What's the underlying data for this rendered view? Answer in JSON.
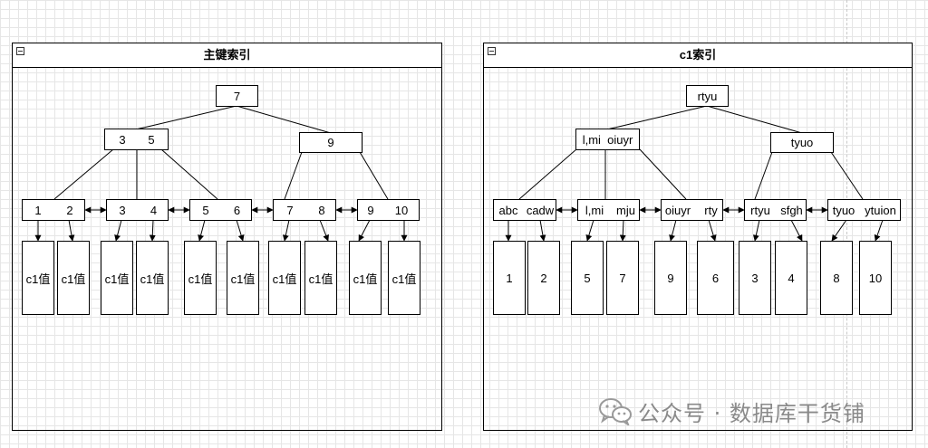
{
  "left_panel": {
    "title": "主键索引",
    "root": "7",
    "internal": [
      {
        "a": "3",
        "b": "5"
      },
      {
        "a": "9"
      }
    ],
    "leaves": [
      {
        "a": "1",
        "b": "2"
      },
      {
        "a": "3",
        "b": "4"
      },
      {
        "a": "5",
        "b": "6"
      },
      {
        "a": "7",
        "b": "8"
      },
      {
        "a": "9",
        "b": "10"
      }
    ],
    "records": [
      "c1值",
      "c1值",
      "c1值",
      "c1值",
      "c1值",
      "c1值",
      "c1值",
      "c1值",
      "c1值",
      "c1值"
    ]
  },
  "right_panel": {
    "title": "c1索引",
    "root": "rtyu",
    "internal": [
      {
        "a": "l,mi  oiuyr"
      },
      {
        "a": "tyuo"
      }
    ],
    "leaves": [
      {
        "a": "abc",
        "b": "cadw"
      },
      {
        "a": "l,mi",
        "b": "mju"
      },
      {
        "a": "oiuyr",
        "b": "rty"
      },
      {
        "a": "rtyu",
        "b": "sfgh"
      },
      {
        "a": "tyuo",
        "b": "ytuion"
      }
    ],
    "records": [
      "1",
      "2",
      "5",
      "7",
      "9",
      "6",
      "3",
      "4",
      "8",
      "10"
    ]
  },
  "watermark": {
    "text": "公众号 · 数据库干货铺",
    "icon": "wechat-icon"
  },
  "colors": {
    "line": "#000000",
    "grid": "#e6e6e6",
    "watermark": "#8a8a8a"
  }
}
